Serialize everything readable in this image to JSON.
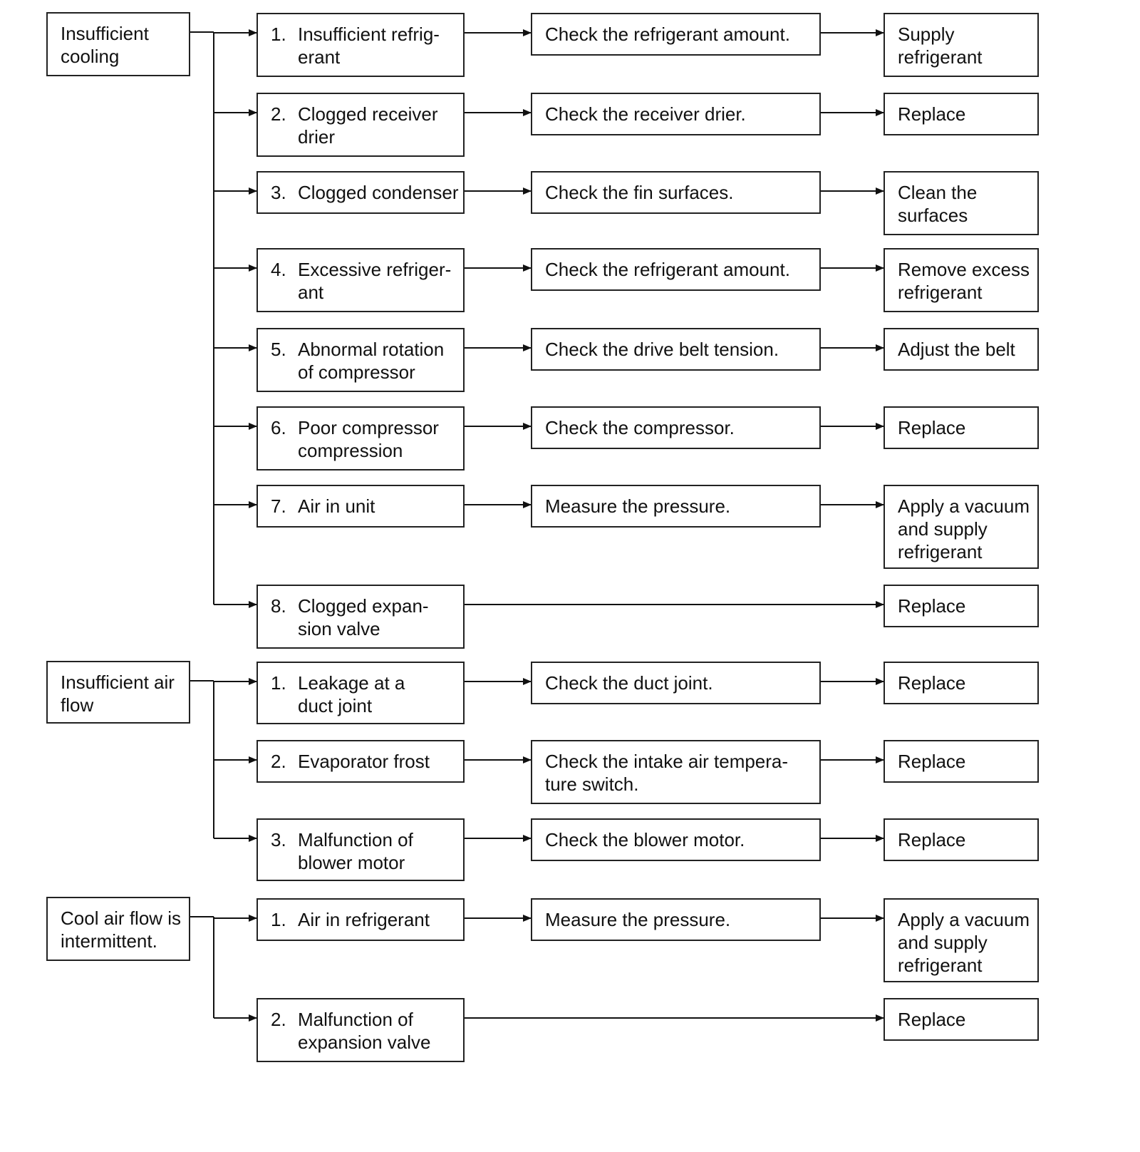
{
  "groups": [
    {
      "symptom": "Insufficient\ncooling",
      "causes": [
        {
          "num": "1.",
          "text": "Insufficient refrig-\nerant",
          "check": "Check the refrigerant amount.",
          "remedy": "Supply\nrefrigerant"
        },
        {
          "num": "2.",
          "text": "Clogged receiver\ndrier",
          "check": "Check the receiver drier.",
          "remedy": "Replace"
        },
        {
          "num": "3.",
          "text": "Clogged condenser",
          "check": "Check the fin surfaces.",
          "remedy": "Clean the\nsurfaces"
        },
        {
          "num": "4.",
          "text": "Excessive refriger-\nant",
          "check": "Check the refrigerant amount.",
          "remedy": "Remove excess\nrefrigerant"
        },
        {
          "num": "5.",
          "text": "Abnormal rotation\nof compressor",
          "check": "Check the drive belt tension.",
          "remedy": "Adjust the belt"
        },
        {
          "num": "6.",
          "text": "Poor compressor\ncompression",
          "check": "Check the compressor.",
          "remedy": "Replace"
        },
        {
          "num": "7.",
          "text": "Air in unit",
          "check": "Measure the pressure.",
          "remedy": "Apply a vacuum\nand supply\nrefrigerant"
        },
        {
          "num": "8.",
          "text": "Clogged expan-\nsion valve",
          "check": null,
          "remedy": "Replace"
        }
      ]
    },
    {
      "symptom": "Insufficient air\nflow",
      "causes": [
        {
          "num": "1.",
          "text": "Leakage at a\nduct joint",
          "check": "Check the duct joint.",
          "remedy": "Replace"
        },
        {
          "num": "2.",
          "text": "Evaporator frost",
          "check": "Check the intake air tempera-\nture switch.",
          "remedy": "Replace"
        },
        {
          "num": "3.",
          "text": "Malfunction of\nblower motor",
          "check": "Check the blower motor.",
          "remedy": "Replace"
        }
      ]
    },
    {
      "symptom": "Cool air flow is\nintermittent.",
      "causes": [
        {
          "num": "1.",
          "text": "Air in refrigerant",
          "check": "Measure the pressure.",
          "remedy": "Apply a vacuum\nand supply\nrefrigerant"
        },
        {
          "num": "2.",
          "text": "Malfunction of\nexpansion valve",
          "check": null,
          "remedy": "Replace"
        }
      ]
    }
  ]
}
